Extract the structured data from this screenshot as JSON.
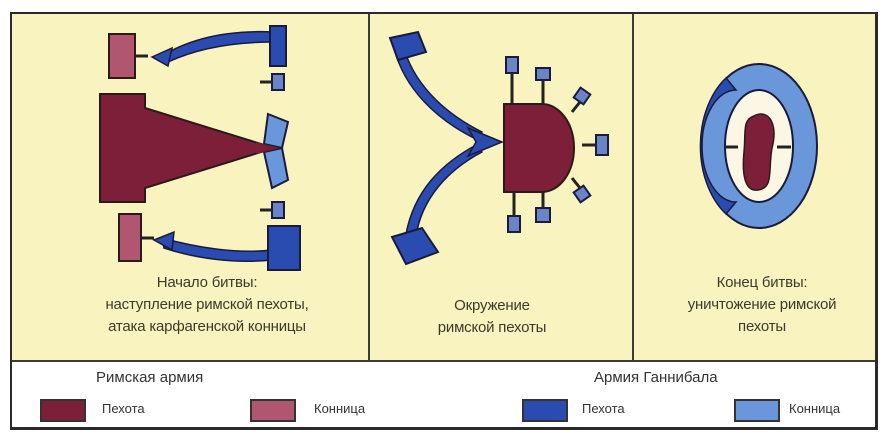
{
  "colors": {
    "roman_infantry": "#7e1f3a",
    "roman_cavalry": "#b05670",
    "hannibal_infantry": "#2a4bb0",
    "hannibal_cavalry": "#6a96da",
    "panel_background": "#f9f3c0"
  },
  "panels": [
    {
      "id": "battle-start",
      "caption_lines": [
        "Начало битвы:",
        "наступление римской пехоты,",
        "атака карфагенской конницы"
      ]
    },
    {
      "id": "encirclement",
      "caption_lines": [
        "Окружение",
        "римской пехоты"
      ]
    },
    {
      "id": "battle-end",
      "caption_lines": [
        "Конец битвы:",
        "уничтожение римской",
        "пехоты"
      ]
    }
  ],
  "legend": {
    "roman": {
      "title": "Римская армия",
      "items": [
        {
          "label": "Пехота",
          "color": "#7e1f3a"
        },
        {
          "label": "Конница",
          "color": "#b05670"
        }
      ]
    },
    "hannibal": {
      "title": "Армия Ганнибала",
      "items": [
        {
          "label": "Пехота",
          "color": "#2a4bb0"
        },
        {
          "label": "Конница",
          "color": "#6a96da"
        }
      ]
    }
  }
}
